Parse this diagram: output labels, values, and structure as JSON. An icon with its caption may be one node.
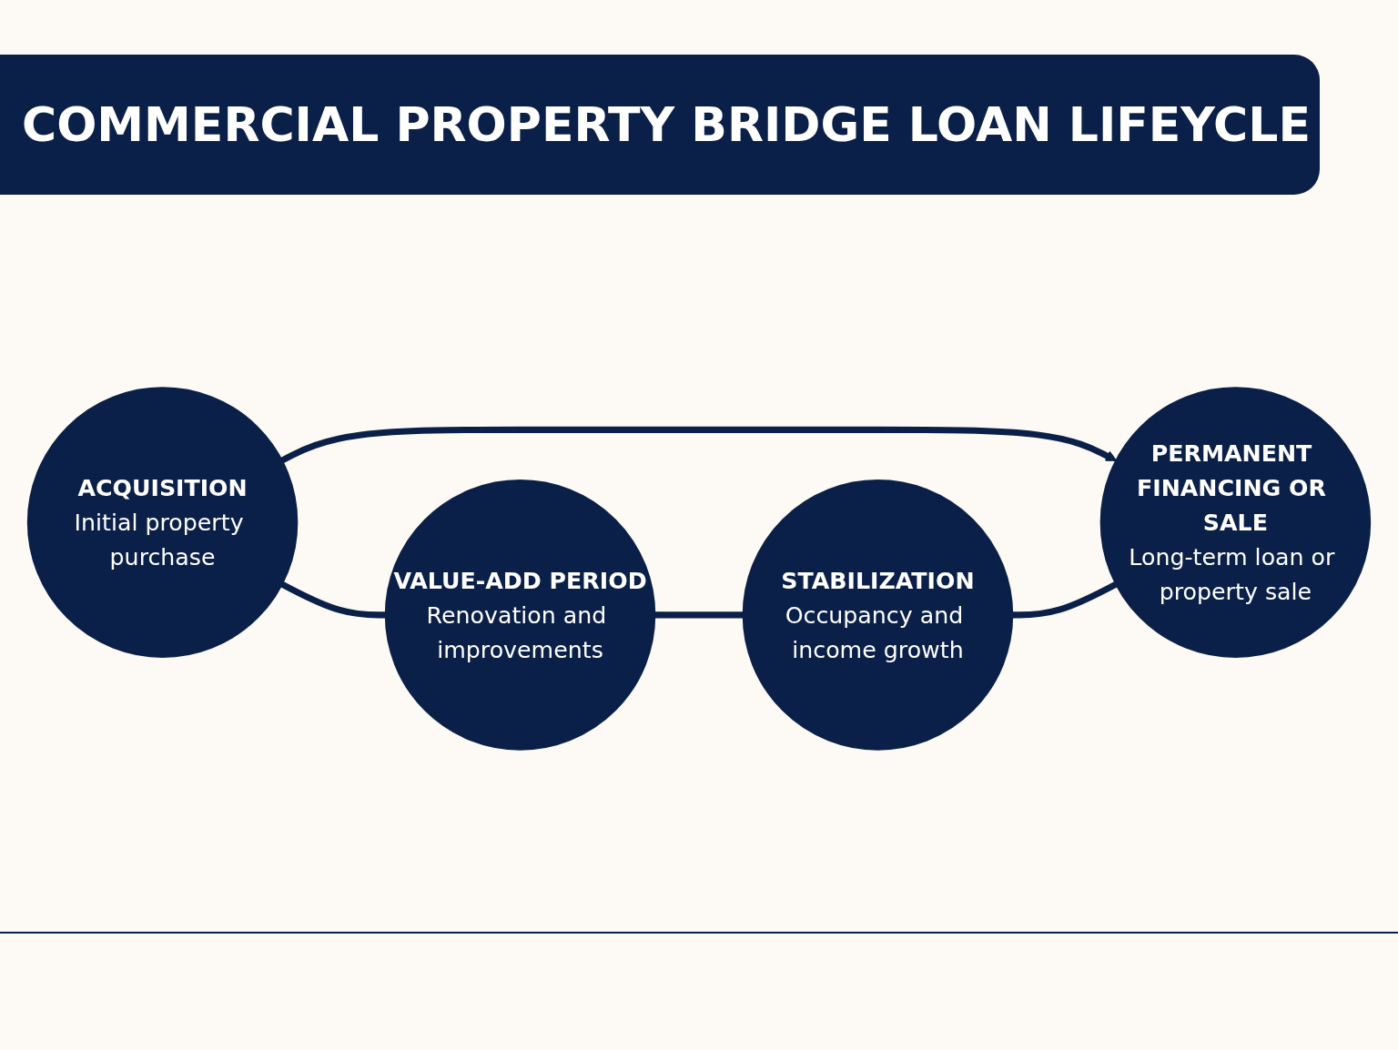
{
  "diagram": {
    "title": "COMMERCIAL PROPERTY BRIDGE LOAN LIFEYCLE",
    "nodes": [
      {
        "text": [
          "ACQUISITION",
          "Initial property purchase"
        ]
      },
      {
        "text": [
          "VALUE-ADD PERIOD",
          "Renovation and improvements"
        ]
      },
      {
        "text": [
          "STABILIZATION",
          "Occupancy and income growth"
        ]
      },
      {
        "text": [
          "PERMANENT FINANCING OR SALE",
          "Long-term loan or property sale"
        ]
      }
    ],
    "edges": [
      {
        "from": 0,
        "to": 3,
        "arrow": "to"
      },
      {
        "from": 0,
        "to": 1,
        "arrow": "none"
      },
      {
        "from": 1,
        "to": 2,
        "arrow": "none"
      },
      {
        "from": 2,
        "to": 3,
        "arrow": "none"
      }
    ]
  }
}
